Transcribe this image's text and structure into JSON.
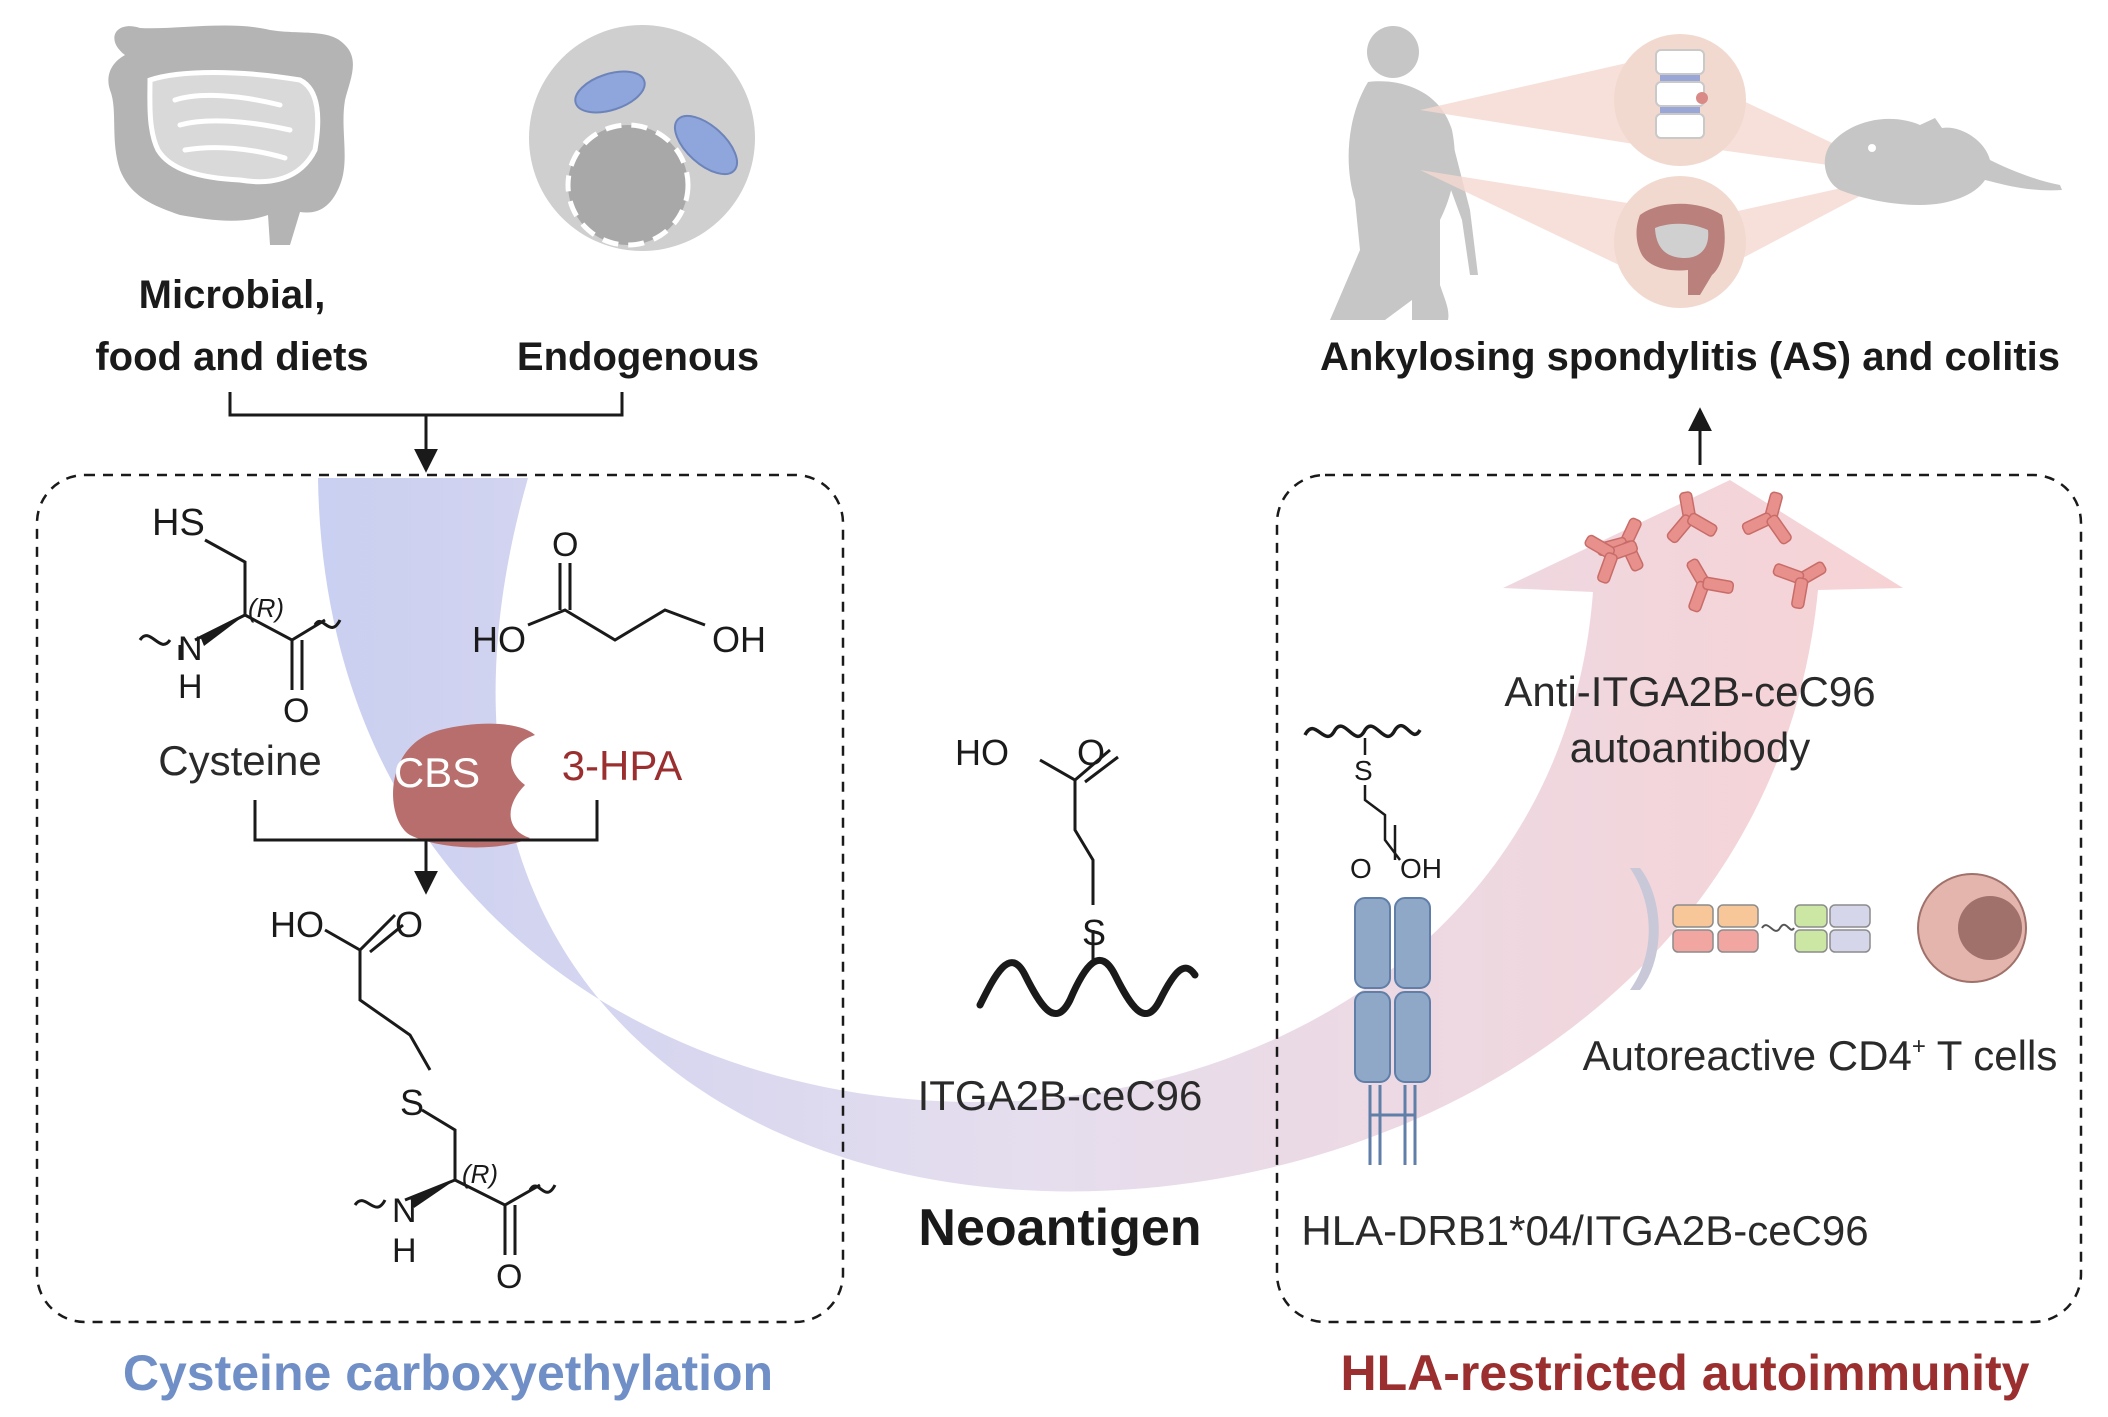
{
  "sources": {
    "microbial_line1": "Microbial,",
    "microbial_line2": "food and diets",
    "endogenous": "Endogenous"
  },
  "outcome": {
    "disease": "Ankylosing spondylitis (AS) and colitis"
  },
  "left_panel": {
    "title": "Cysteine carboxyethylation",
    "cysteine_label": "Cysteine",
    "enzyme": "CBS",
    "metabolite": "3-HPA",
    "atoms": {
      "hs": "HS",
      "r": "(R)",
      "n": "N",
      "h": "H",
      "o": "O",
      "ho": "HO",
      "oh": "OH",
      "s": "S"
    }
  },
  "center": {
    "protein_label": "ITGA2B-ceC96",
    "title": "Neoantigen"
  },
  "right_panel": {
    "title": "HLA-restricted autoimmunity",
    "autoantibody_line1": "Anti-ITGA2B-ceC96",
    "autoantibody_line2": "autoantibody",
    "tcell_label": "Autoreactive CD4",
    "tcell_sup": "+",
    "tcell_suffix": " T cells",
    "hla_label": "HLA-DRB1*04/ITGA2B-ceC96"
  },
  "colors": {
    "blue_title": "#6f8fc6",
    "red_title": "#9b2f2f",
    "arrow_blue": "#c9cfee",
    "arrow_red": "#f3cfd0",
    "cbs_fill": "#b76e6c",
    "hla_blue": "#8fa8c8",
    "mito_blue": "#8aa3d8",
    "gray_organ": "#b8b8b8",
    "antibody": "#e28a86"
  }
}
